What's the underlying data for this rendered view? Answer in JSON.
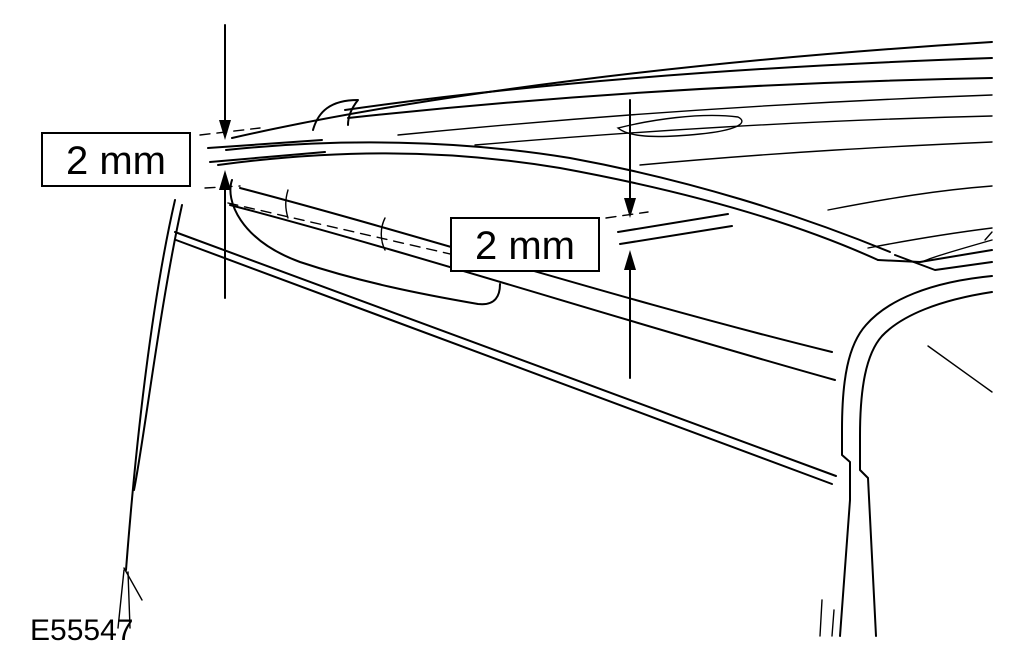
{
  "callouts": [
    {
      "id": "left",
      "text": "2 mm"
    },
    {
      "id": "right",
      "text": "2 mm"
    }
  ],
  "figure_ref": "E55547",
  "colors": {
    "line": "#000000",
    "background": "#ffffff"
  }
}
